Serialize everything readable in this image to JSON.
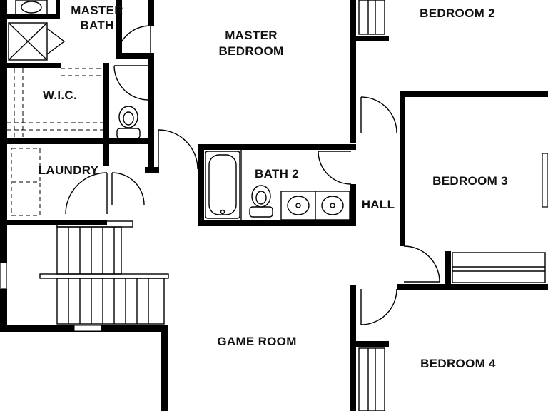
{
  "rooms": {
    "master_bath_line1": "MASTER",
    "master_bath_line2": "BATH",
    "master_bedroom_line1": "MASTER",
    "master_bedroom_line2": "BEDROOM",
    "bedroom2": "BEDROOM 2",
    "wic": "W.I.C.",
    "laundry": "LAUNDRY",
    "bath2": "BATH 2",
    "hall": "HALL",
    "bedroom3": "BEDROOM 3",
    "game_room": "GAME ROOM",
    "bedroom4": "BEDROOM 4"
  },
  "colors": {
    "wall": "#000000",
    "background": "#ffffff"
  }
}
